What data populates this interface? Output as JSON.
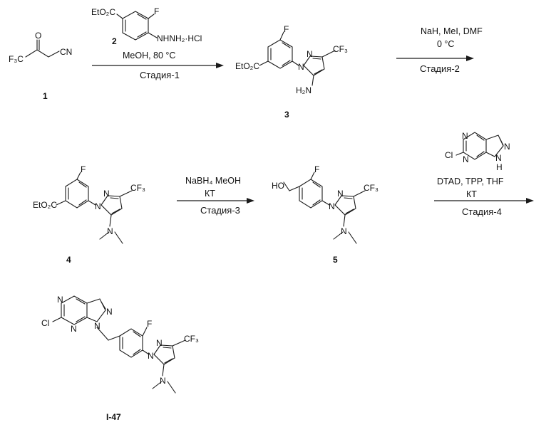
{
  "compounds": {
    "c1": {
      "number": "1",
      "f3c": "F₃C",
      "o": "O",
      "cn": "CN"
    },
    "c2": {
      "number": "2",
      "ester": "EtO₂C",
      "f": "F",
      "hydrazine": "NHNH₂·HCl"
    },
    "c3": {
      "number": "3",
      "ester": "EtO₂C",
      "f": "F",
      "n1": "N",
      "n2": "N",
      "cf3": "CF₃",
      "nh2": "H₂N"
    },
    "c4": {
      "number": "4",
      "ester": "EtO₂C",
      "f": "F",
      "n1": "N",
      "n2": "N",
      "cf3": "CF₃",
      "nme2": "N"
    },
    "c5": {
      "number": "5",
      "ho": "HO",
      "f": "F",
      "n1": "N",
      "n2": "N",
      "cf3": "CF₃",
      "nme2": "N"
    },
    "reagent4": {
      "n1": "N",
      "n2": "N",
      "n3": "N",
      "nh": "N",
      "h": "H",
      "cl": "Cl"
    },
    "i47": {
      "number": "I-47",
      "n1": "N",
      "n2": "N",
      "n3": "N",
      "n4": "N",
      "cl": "Cl",
      "f": "F",
      "pn1": "N",
      "pn2": "N",
      "cf3": "CF₃",
      "nme2": "N"
    }
  },
  "steps": [
    {
      "above": "MeOH, 80 °C",
      "below": "Стадия-1"
    },
    {
      "above": "NaH, MeI, DMF",
      "above2": "0 °C",
      "below": "Стадия-2"
    },
    {
      "above": "NaBH₄ MeOH",
      "above2": "КТ",
      "below": "Стадия-3"
    },
    {
      "above": "DTAD, TPP, THF",
      "above2": "КТ",
      "below": "Стадия-4"
    }
  ]
}
